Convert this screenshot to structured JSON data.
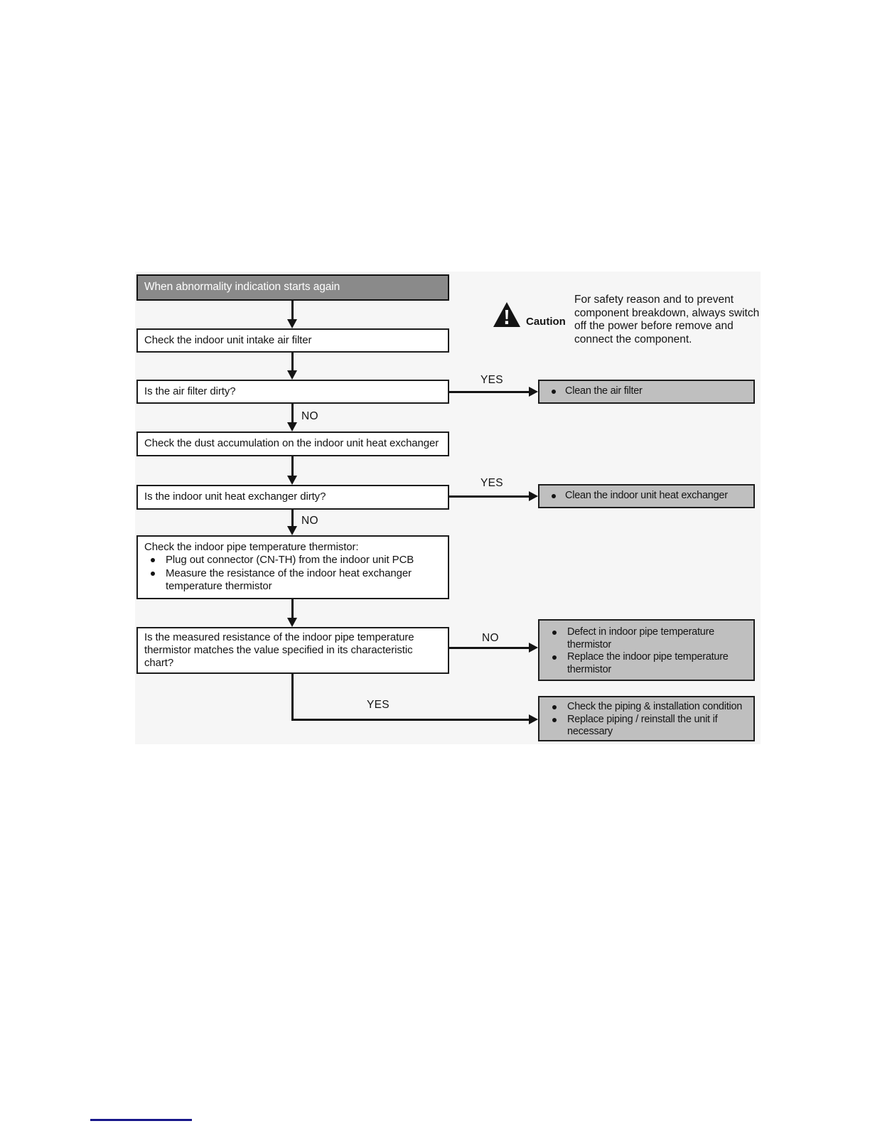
{
  "labels": {
    "yes": "YES",
    "no": "NO"
  },
  "caution": {
    "label": "Caution",
    "text": "For safety reason and to prevent component breakdown, always switch off the power before remove and connect the component."
  },
  "flow": {
    "start": "When abnormality indication starts again",
    "check_air_filter": "Check the indoor unit intake air filter",
    "q_air_filter_dirty": "Is the air filter dirty?",
    "check_dust": "Check the dust accumulation on the indoor unit heat exchanger",
    "q_heat_exchanger_dirty": "Is the indoor unit heat exchanger dirty?",
    "check_thermistor": {
      "heading": "Check the indoor pipe temperature thermistor:",
      "bullets": [
        "Plug out connector (CN-TH) from the indoor unit PCB",
        "Measure the resistance of the indoor heat exchanger temperature thermistor"
      ]
    },
    "q_resistance": "Is the measured resistance of the indoor pipe temperature thermistor matches the value specified in its characteristic chart?"
  },
  "results": {
    "clean_air_filter": [
      "Clean the air filter"
    ],
    "clean_heat_exchanger": [
      "Clean the indoor unit heat exchanger"
    ],
    "defect_thermistor": [
      "Defect in indoor pipe temperature thermistor",
      "Replace the indoor pipe temperature thermistor"
    ],
    "check_piping": [
      "Check the piping & installation condition",
      "Replace piping / reinstall the unit if necessary"
    ]
  }
}
